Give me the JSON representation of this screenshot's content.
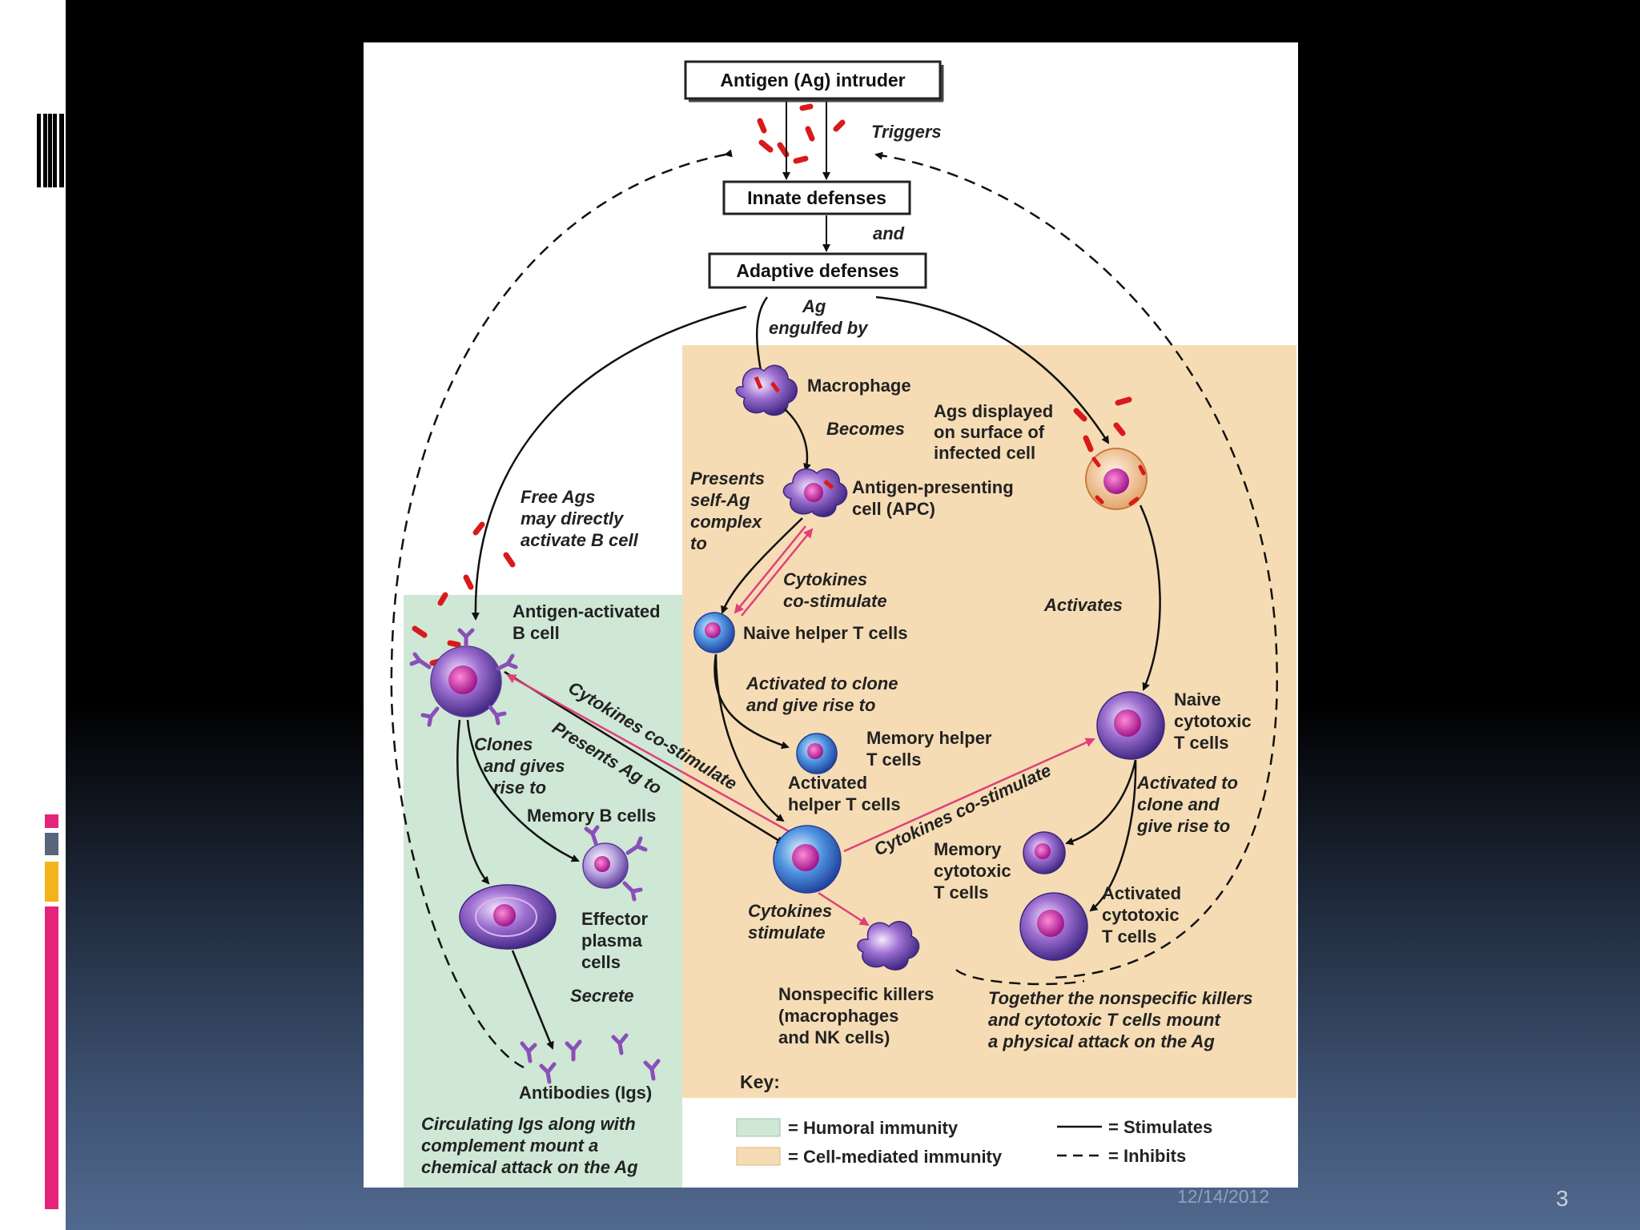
{
  "diagram": {
    "boxes": {
      "antigen": "Antigen (Ag) intruder",
      "innate": "Innate defenses",
      "adaptive": "Adaptive defenses"
    },
    "labels": {
      "triggers": "Triggers",
      "and": "and",
      "ag_engulfed": [
        "Ag",
        "engulfed by"
      ],
      "macrophage": "Macrophage",
      "becomes": "Becomes",
      "ags_displayed": [
        "Ags displayed",
        "on surface of",
        "infected cell"
      ],
      "free_ags": [
        "Free Ags",
        "may directly",
        "activate B cell"
      ],
      "presents": [
        "Presents",
        "self-Ag",
        "complex",
        "to"
      ],
      "apc": [
        "Antigen-presenting",
        "cell (APC)"
      ],
      "cytokines_costim": [
        "Cytokines",
        "co-stimulate"
      ],
      "activates": "Activates",
      "ag_activated_b": [
        "Antigen-activated",
        "B cell"
      ],
      "naive_helper": "Naive helper T cells",
      "activated_to_clone": [
        "Activated to clone",
        "and give rise to"
      ],
      "naive_cytotoxic": [
        "Naive",
        "cytotoxic",
        "T cells"
      ],
      "memory_helper": [
        "Memory helper",
        "T cells"
      ],
      "clones_gives": [
        "Clones",
        "and gives",
        "rise to"
      ],
      "cytokines_costim_diag1": "Cytokines co-stimulate",
      "presents_ag_to": "Presents Ag to",
      "activated_helper": [
        "Activated",
        "helper T cells"
      ],
      "activated_clone_right": [
        "Activated to",
        "clone and",
        "give rise to"
      ],
      "memory_b": "Memory B cells",
      "cytokines_costim_diag2": "Cytokines co-stimulate",
      "memory_cytotoxic": [
        "Memory",
        "cytotoxic",
        "T cells"
      ],
      "activated_cytotoxic": [
        "Activated",
        "cytotoxic",
        "T cells"
      ],
      "effector": [
        "Effector",
        "plasma",
        "cells"
      ],
      "cytokines_stim": [
        "Cytokines",
        "stimulate"
      ],
      "secrete": "Secrete",
      "nonspecific": [
        "Nonspecific killers",
        "(macrophages",
        "and NK cells)"
      ],
      "together": [
        "Together the nonspecific killers",
        "and cytotoxic T cells mount",
        "a physical attack on the Ag"
      ],
      "antibodies": "Antibodies (Igs)",
      "circulating": [
        "Circulating Igs along with",
        "complement mount a",
        "chemical attack on the Ag"
      ]
    },
    "key": {
      "title": "Key:",
      "humoral": "= Humoral immunity",
      "cell_mediated": "= Cell-mediated immunity",
      "stimulates": "= Stimulates",
      "inhibits": "= Inhibits"
    },
    "colors": {
      "humoral": "#cfe7d5",
      "cell_mediated": "#f6dcb4",
      "cytokine_arrow": "#e0407a",
      "antigen": "#d91a1a",
      "cell": "#8a4fb8"
    }
  },
  "footer": {
    "date": "12/14/2012",
    "page": "3"
  }
}
